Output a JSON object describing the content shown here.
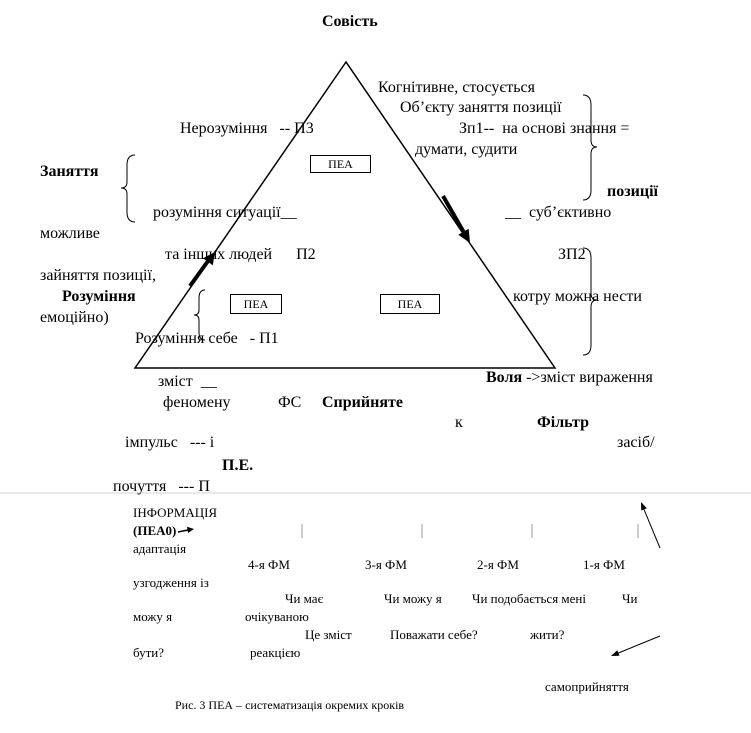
{
  "title": "Совість",
  "triangle": {
    "cognitive": "Когнітивне, стосується",
    "object_position": "Об’єкту заняття позиції",
    "misunderstanding": "Нерозуміння   -- П3",
    "zp1": "Зп1--  на основі знання =",
    "think_judge": "думати, судити",
    "pea_top": "ПЕА",
    "position": "позиції",
    "situation": "розуміння ситуації__",
    "subjective": "__  суб’єктивно",
    "other_people": "та інших людей      П2",
    "zp2": "ЗП2",
    "can_carry": "котру можна нести",
    "pea_left": "ПЕА",
    "pea_right": "ПЕА",
    "self": "Розуміння себе   - П1",
    "will": "Воля",
    "will_expression": " ->зміст вираження"
  },
  "left_column": {
    "occupation": "Заняття",
    "possible": "можливе",
    "taking_position": "зайняття позиції,",
    "understanding": "Розуміння",
    "emotionally": "емоційно)"
  },
  "phenomenon": {
    "content": "зміст  __",
    "phenomenon": "феномену",
    "fs": "ФС",
    "perceived": "Сприйняте",
    "k": "к",
    "filter": "Фільтр",
    "impulse": "імпульс   --- і",
    "means": "засіб/",
    "pe": "П.Е.",
    "feeling": "почуття   --- П"
  },
  "steps": {
    "information": "ІНФОРМАЦІЯ",
    "pea0": "(ПЕА0)",
    "adaptation": "адаптація",
    "fm": [
      "4-я ФМ",
      "3-я ФМ",
      "2-я ФМ",
      "1-я ФМ"
    ],
    "agreement": "узгодження із",
    "q_has": "Чи має",
    "q_can_i": "Чи можу я",
    "q_like": "Чи подобається мені",
    "q_chi": "Чи",
    "can_i": "можу я",
    "expected": "очікуваною",
    "this_content": "Це зміст",
    "respect_self": "Поважати себе?",
    "live": "жити?",
    "be": "бути?",
    "reaction": "реакцією",
    "self_acceptance": "самоприйняття"
  },
  "caption": "Рис. 3 ПЕА – систематизація окремих кроків"
}
